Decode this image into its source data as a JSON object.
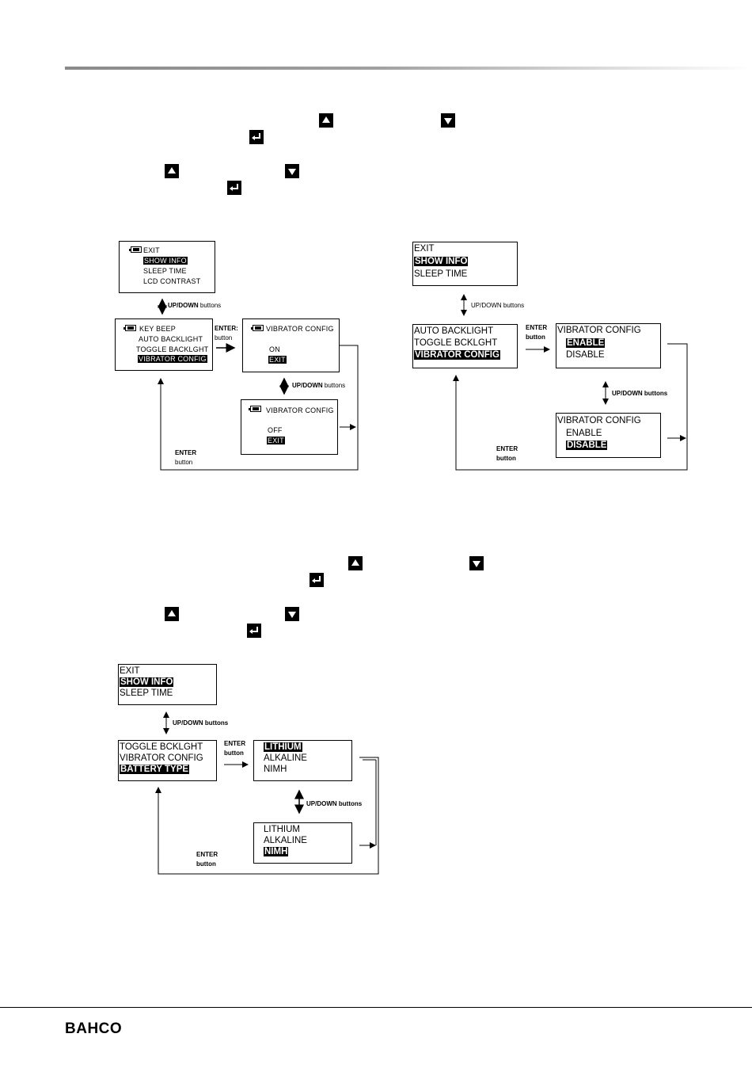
{
  "footer": {
    "brand": "BAHCO"
  },
  "icons": {
    "up": "up-triangle-button-icon",
    "down": "down-triangle-button-icon",
    "enter": "enter-button-icon"
  },
  "diagram1": {
    "menu_top": {
      "lines": [
        "EXIT",
        "SHOW INFO",
        "SLEEP TIME",
        "LCD CONTRAST"
      ]
    },
    "updown_label_bold": "UP/DOWN",
    "updown_label_rest": "buttons",
    "menu_mid": {
      "lines": [
        "KEY BEEP",
        "AUTO BACKLIGHT",
        "TOGGLE BACKLGHT",
        "VIBRATOR CONFIG"
      ]
    },
    "enter_label": [
      "ENTER:",
      "button"
    ],
    "screen_on": {
      "title": "VIBRATOR CONFIG",
      "lines": [
        "ON",
        "EXIT"
      ]
    },
    "updown2_label_bold": "UP/DOWN",
    "updown2_label_rest": "buttons",
    "screen_off": {
      "title": "VIBRATOR CONFIG",
      "lines": [
        "OFF",
        "EXIT"
      ]
    },
    "enter_back_label": [
      "ENTER",
      "button"
    ]
  },
  "diagram2": {
    "menu_top": {
      "lines": [
        "EXIT",
        "SHOW INFO",
        "SLEEP TIME"
      ]
    },
    "updown_label": "UP/DOWN buttons",
    "menu_mid": {
      "lines": [
        "AUTO BACKLIGHT",
        "TOGGLE BCKLGHT",
        "VIBRATOR CONFIG"
      ]
    },
    "enter_label": [
      "ENTER",
      "button"
    ],
    "screen_enable": {
      "title": "VIBRATOR CONFIG",
      "lines": [
        "ENABLE",
        "DISABLE"
      ]
    },
    "updown2_label": "UP/DOWN buttons",
    "screen_disable": {
      "title": "VIBRATOR CONFIG",
      "lines": [
        "ENABLE",
        "DISABLE"
      ]
    },
    "enter_back_label": [
      "ENTER",
      "button"
    ]
  },
  "diagram3": {
    "menu_top": {
      "lines": [
        "EXIT",
        "SHOW INFO",
        "SLEEP TIME"
      ]
    },
    "updown_label": "UP/DOWN buttons",
    "menu_mid": {
      "lines": [
        "TOGGLE BCKLGHT",
        "VIBRATOR CONFIG",
        "BATTERY TYPE"
      ]
    },
    "enter_label": [
      "ENTER",
      "button"
    ],
    "screen_lithium": {
      "lines": [
        "LITHIUM",
        "ALKALINE",
        "NIMH"
      ]
    },
    "updown2_label": "UP/DOWN buttons",
    "screen_nimh": {
      "lines": [
        "LITHIUM",
        "ALKALINE",
        "NIMH"
      ]
    },
    "enter_back_label": [
      "ENTER",
      "button"
    ]
  }
}
